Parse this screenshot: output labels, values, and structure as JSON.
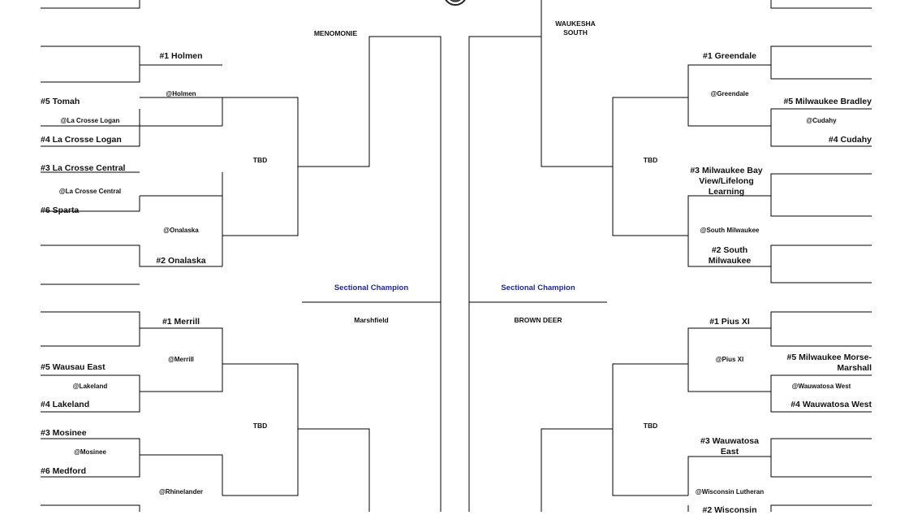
{
  "bracket": {
    "left": {
      "r1": {
        "team5a": "#5 Tomah",
        "venue_a": "@La Crosse Logan",
        "team4a": "#4 La Crosse Logan",
        "team3a": "#3 La Crosse Central",
        "venue_b": "@La Crosse Central",
        "team6a": "#6 Sparta",
        "team5b": "#5 Wausau East",
        "venue_c": "@Lakeland",
        "team4b": "#4 Lakeland",
        "team3b": "#3 Mosinee",
        "venue_d": "@Mosinee",
        "team6b": "#6 Medford"
      },
      "r2": {
        "team1a": "#1 Holmen",
        "venue_a": "@Holmen",
        "venue_b": "@Onalaska",
        "team2a": "#2 Onalaska",
        "team1b": "#1 Merrill",
        "venue_c": "@Merrill",
        "venue_d": "@Rhinelander"
      },
      "r3": {
        "tbd_a": "TBD",
        "tbd_b": "TBD"
      },
      "r4": {
        "winner_top": "MENOMONIE"
      },
      "sectional_label": "Sectional Champion",
      "sectional_value": "Marshfield"
    },
    "right": {
      "r1": {
        "team5a": "#5 Milwaukee Bradley",
        "venue_a": "@Cudahy",
        "team4a": "#4 Cudahy",
        "team5b_l1": "#5 Milwaukee Morse-",
        "team5b_l2": "Marshall",
        "venue_c": "@Wauwatosa West",
        "team4b": "#4 Wauwatosa West"
      },
      "r2": {
        "team1a": "#1 Greendale",
        "venue_a": "@Greendale",
        "team3a_l1": "#3 Milwaukee Bay",
        "team3a_l2": "View/Lifelong",
        "team3a_l3": "Learning",
        "venue_b": "@South Milwaukee",
        "team2a_l1": "#2 South",
        "team2a_l2": "Milwaukee",
        "team1b": "#1 Pius XI",
        "venue_c": "@Pius XI",
        "team3b_l1": "#3 Wauwatosa",
        "team3b_l2": "East",
        "venue_d": "@Wisconsin Lutheran",
        "team2b_partial": "#2 Wisconsin"
      },
      "r3": {
        "tbd_a": "TBD",
        "tbd_b": "TBD"
      },
      "r4": {
        "winner_top_l1": "WAUKESHA",
        "winner_top_l2": "SOUTH"
      },
      "sectional_label": "Sectional Champion",
      "sectional_value": "BROWN DEER"
    },
    "colors": {
      "line": "#000000",
      "champion_label": "#1f2a8a"
    },
    "icons": {
      "center_logo": "wiaa-seal-icon"
    }
  }
}
